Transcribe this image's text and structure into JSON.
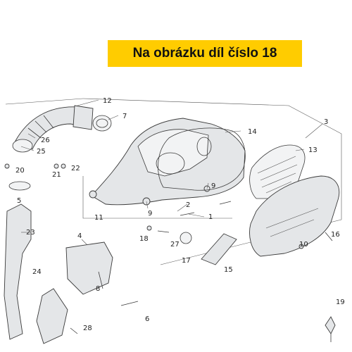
{
  "banner": {
    "text": "Na obrázku díl číslo 18",
    "background": "#ffcc00"
  },
  "callouts": [
    "1",
    "2",
    "3",
    "4",
    "5",
    "6",
    "7",
    "8",
    "9",
    "9",
    "10",
    "11",
    "12",
    "13",
    "14",
    "15",
    "16",
    "17",
    "18",
    "19",
    "20",
    "21",
    "22",
    "23",
    "24",
    "25",
    "26",
    "27",
    "28"
  ]
}
